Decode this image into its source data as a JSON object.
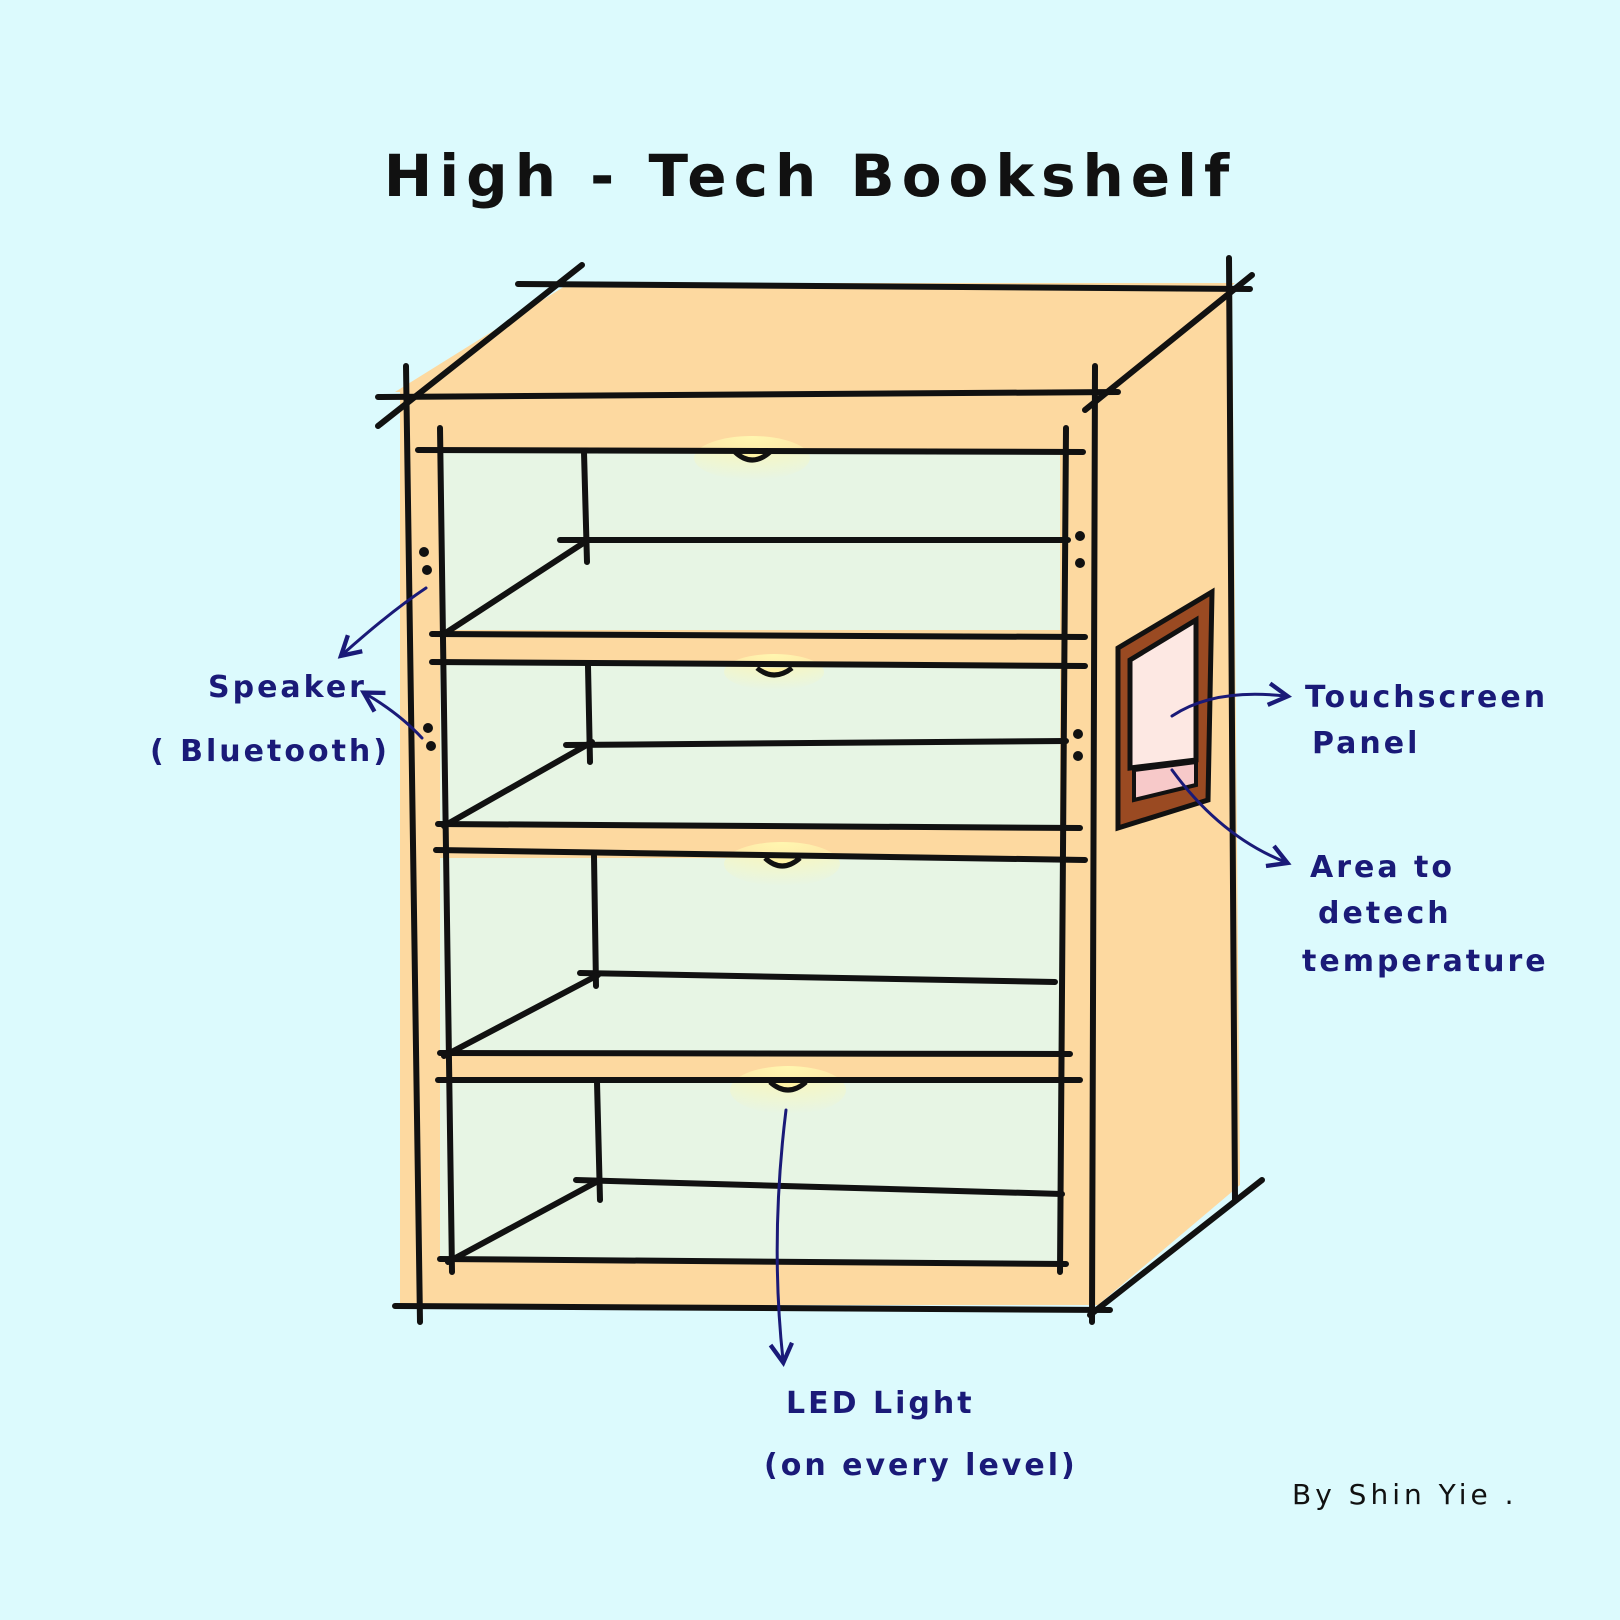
{
  "title": "High - Tech Bookshelf",
  "labels": {
    "speaker": "Speaker",
    "speaker_sub": "( Bluetooth)",
    "touchscreen_1": "Touchscreen",
    "touchscreen_2": "Panel",
    "temp_1": "Area to",
    "temp_2": "detech",
    "temp_3": "temperature",
    "led_1": "LED Light",
    "led_2": "(on every level)"
  },
  "credit": "By Shin Yie .",
  "colors": {
    "background": "#dcfafd",
    "wood": "#fdd9a0",
    "shelf_inner": "#e7f5e4",
    "led_glow": "#fff3a6",
    "annotation": "#1a1a78",
    "outline": "#111111",
    "panel_frame": "#9a4a22",
    "panel_screen": "#fde8e3"
  }
}
